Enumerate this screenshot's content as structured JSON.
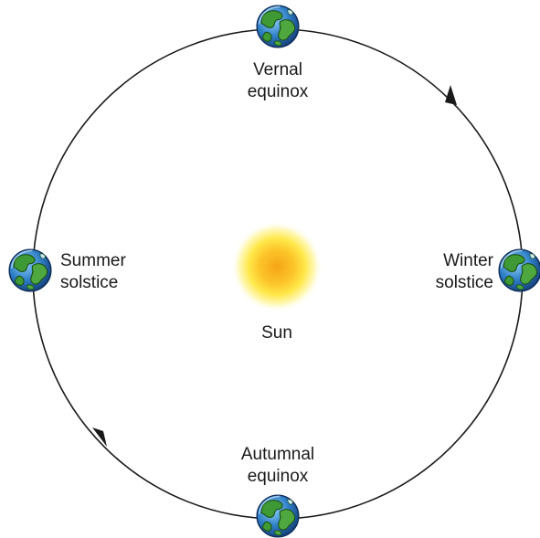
{
  "diagram": {
    "center_label": "Sun",
    "positions": [
      {
        "id": "vernal-equinox",
        "line1": "Vernal",
        "line2": "equinox"
      },
      {
        "id": "winter-solstice",
        "line1": "Winter",
        "line2": "solstice"
      },
      {
        "id": "autumnal-equinox",
        "line1": "Autumnal",
        "line2": "equinox"
      },
      {
        "id": "summer-solstice",
        "line1": "Summer",
        "line2": "solstice"
      }
    ],
    "icons": {
      "sun": "sun-icon",
      "earth": "earth-globe-icon",
      "arrow": "orbit-direction-arrow"
    },
    "colors": {
      "orbit": "#1a1a1a",
      "sun_core": "#f7b81e",
      "sun_glow": "#fff27a",
      "ocean": "#2f7fc7",
      "land": "#3f9a35"
    }
  }
}
